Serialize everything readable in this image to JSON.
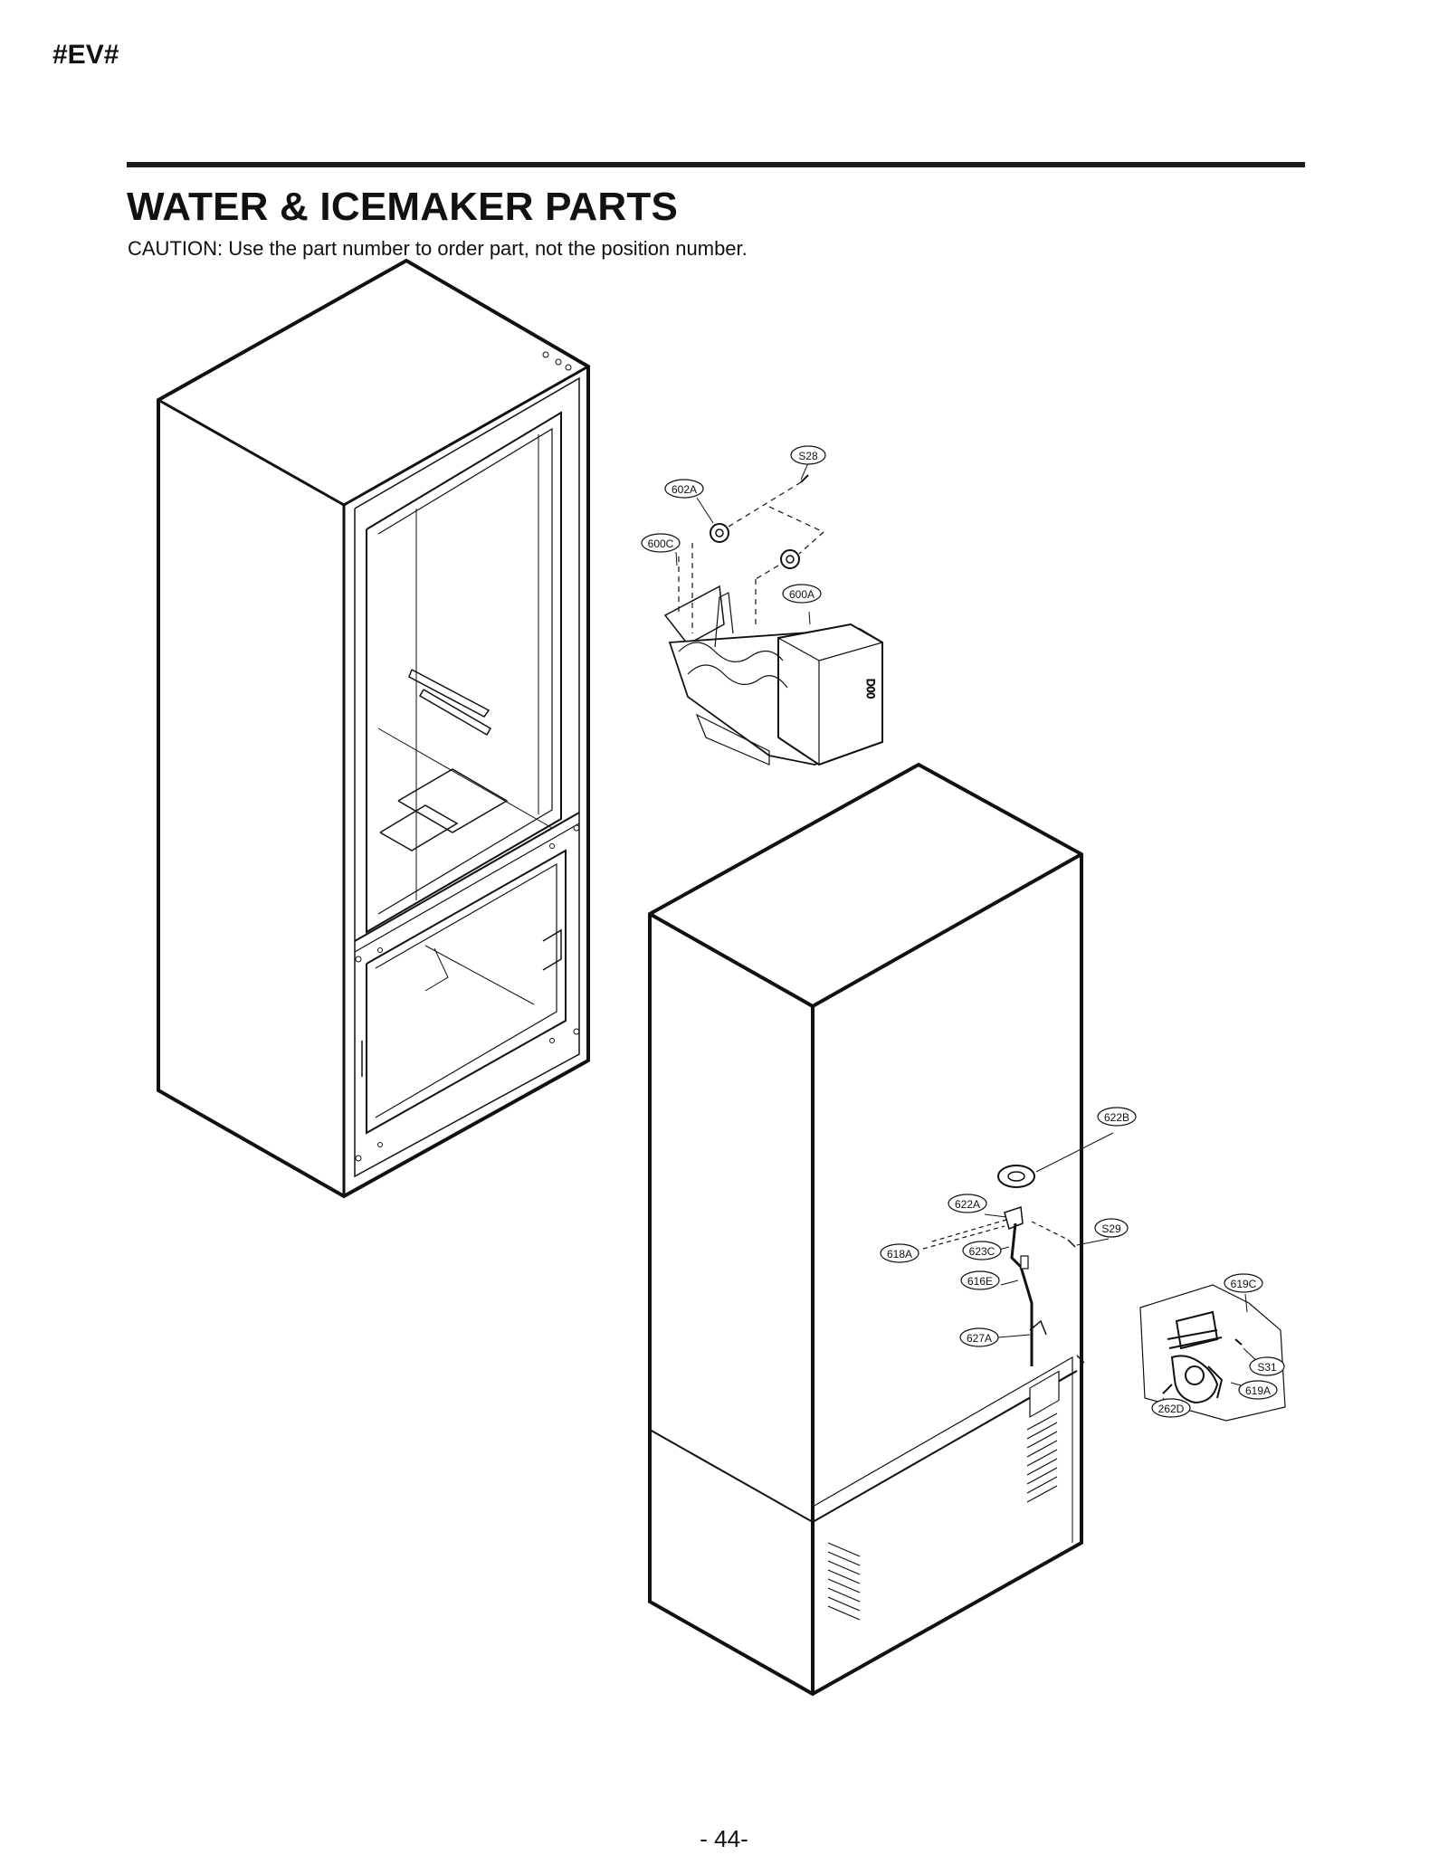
{
  "header": {
    "doc_code": "#EV#",
    "title": "WATER & ICEMAKER PARTS",
    "caution": "CAUTION: Use the part number to order part, not the position number."
  },
  "callouts": [
    {
      "id": "S28",
      "label": "S28"
    },
    {
      "id": "602A",
      "label": "602A"
    },
    {
      "id": "600C",
      "label": "600C"
    },
    {
      "id": "600A",
      "label": "600A"
    },
    {
      "id": "622B",
      "label": "622B"
    },
    {
      "id": "622A",
      "label": "622A"
    },
    {
      "id": "S29",
      "label": "S29"
    },
    {
      "id": "618A",
      "label": "618A"
    },
    {
      "id": "623C",
      "label": "623C"
    },
    {
      "id": "616E",
      "label": "616E"
    },
    {
      "id": "627A",
      "label": "627A"
    },
    {
      "id": "619C",
      "label": "619C"
    },
    {
      "id": "S31",
      "label": "S31"
    },
    {
      "id": "619A",
      "label": "619A"
    },
    {
      "id": "262D",
      "label": "262D"
    }
  ],
  "footer": {
    "page_number": "- 44-"
  }
}
